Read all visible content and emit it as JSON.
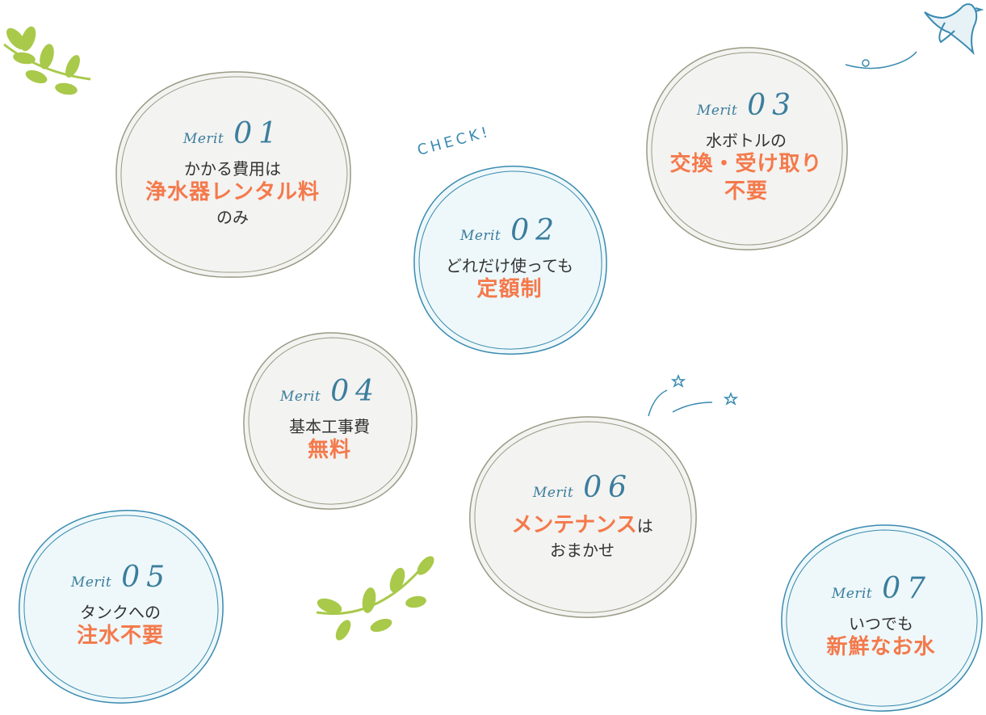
{
  "check_label": "CHECK!",
  "colors": {
    "accent": "#f4794b",
    "teal": "#3a7d9d",
    "bubble_grey": "#f3f3f1",
    "bubble_blue": "#eef8fa"
  },
  "merits": [
    {
      "word": "Merit",
      "num": "01",
      "lines_before": [
        "かかる費用は"
      ],
      "highlight": "浄水器レンタル料",
      "lines_after": [
        "のみ"
      ]
    },
    {
      "word": "Merit",
      "num": "02",
      "lines_before": [
        "どれだけ使っても"
      ],
      "highlight": "定額制",
      "lines_after": []
    },
    {
      "word": "Merit",
      "num": "03",
      "lines_before": [
        "水ボトルの"
      ],
      "highlight": "交換・受け取り",
      "highlight2": "不要",
      "lines_after": []
    },
    {
      "word": "Merit",
      "num": "04",
      "lines_before": [
        "基本工事費"
      ],
      "highlight": "無料",
      "lines_after": []
    },
    {
      "word": "Merit",
      "num": "05",
      "lines_before": [
        "タンクへの"
      ],
      "highlight": "注水不要",
      "lines_after": []
    },
    {
      "word": "Merit",
      "num": "06",
      "highlight": "メンテナンス",
      "suffix": "は",
      "lines_after": [
        "おまかせ"
      ]
    },
    {
      "word": "Merit",
      "num": "07",
      "lines_before": [
        "いつでも"
      ],
      "highlight": "新鮮なお水",
      "lines_after": []
    }
  ]
}
